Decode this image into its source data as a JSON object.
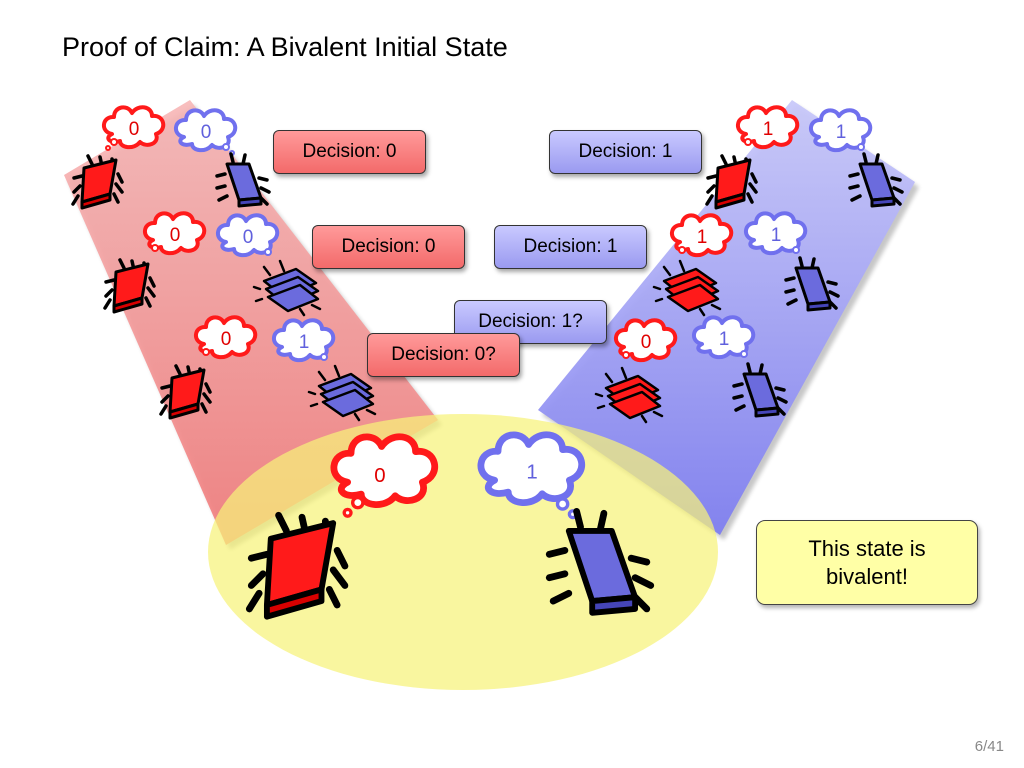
{
  "slide": {
    "title": "Proof of Claim: A Bivalent Initial State",
    "page": "6/41"
  },
  "colors": {
    "red": "#ff1a1a",
    "blue": "#7070ee",
    "red_band": "#f9aaaa",
    "blue_band": "#9e9ef7",
    "bottom_ellipse": "#f8f58a",
    "note_bg": "#ffffa6"
  },
  "decisions": {
    "left_1": "Decision: 0",
    "left_2": "Decision: 0",
    "left_3": "Decision: 0?",
    "right_1": "Decision: 1",
    "right_2": "Decision: 1",
    "right_3": "Decision: 1?"
  },
  "thoughts": {
    "left_row1": [
      "0",
      "0"
    ],
    "left_row2": [
      "0",
      "0"
    ],
    "left_row3": [
      "0",
      "1"
    ],
    "right_row1": [
      "1",
      "1"
    ],
    "right_row2": [
      "1",
      "1"
    ],
    "right_row3": [
      "0",
      "1"
    ],
    "bottom": [
      "0",
      "1"
    ]
  },
  "note": {
    "line1": "This state is",
    "line2": "bivalent!"
  }
}
